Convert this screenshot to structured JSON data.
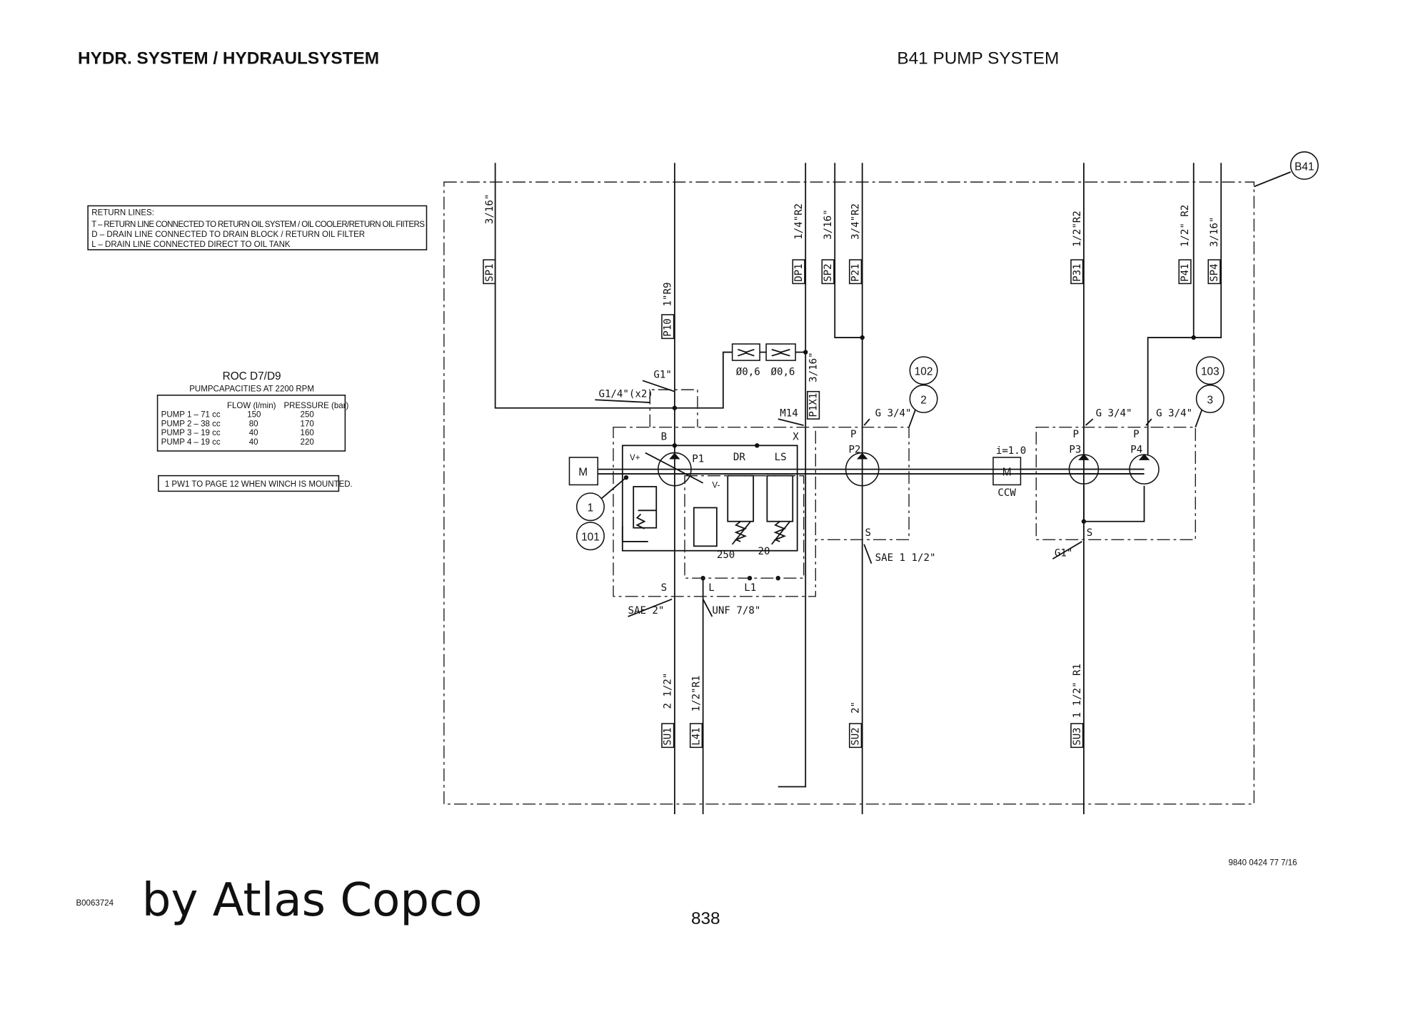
{
  "header": {
    "left_title": "HYDR. SYSTEM / HYDRAULSYSTEM",
    "right_title": "B41 PUMP SYSTEM"
  },
  "return_lines": {
    "title": "RETURN LINES:",
    "lines": [
      "T – RETURN LINE CONNECTED TO RETURN OIL SYSTEM / OIL COOLER/RETURN OIL FIITERS",
      "D – DRAIN LINE CONNECTED TO DRAIN BLOCK /  RETURN OIL FILTER",
      "L – DRAIN LINE CONNECTED DIRECT TO OIL TANK"
    ]
  },
  "capacities": {
    "title": "ROC D7/D9",
    "subtitle": "PUMPCAPACITIES AT 2200 RPM",
    "col_flow": "FLOW (l/min)",
    "col_pressure": "PRESSURE (bar)",
    "rows": [
      {
        "pump": "PUMP 1 – 71 cc",
        "flow": "150",
        "pressure": "250"
      },
      {
        "pump": "PUMP 2 – 38 cc",
        "flow": "80",
        "pressure": "170"
      },
      {
        "pump": "PUMP 3 – 19 cc",
        "flow": "40",
        "pressure": "160"
      },
      {
        "pump": "PUMP 4 – 19 cc",
        "flow": "40",
        "pressure": "220"
      }
    ]
  },
  "note": "1   PW1 TO PAGE 12 WHEN WINCH IS MOUNTED.",
  "diagram": {
    "frame_tag": "B41",
    "ports_top": [
      {
        "id": "SP1",
        "size": "3/16\""
      },
      {
        "id": "P10",
        "size": "1\"R9"
      },
      {
        "id": "DP1",
        "size": "1/4\"R2"
      },
      {
        "id": "SP2",
        "size": "3/16\""
      },
      {
        "id": "P21",
        "size": "3/4\"R2"
      },
      {
        "id": "P31",
        "size": "1/2\"R2"
      },
      {
        "id": "P41",
        "size": "1/2\" R2"
      },
      {
        "id": "SP4",
        "size": "3/16\""
      }
    ],
    "ports_bottom": [
      {
        "id": "SU1",
        "size": "2 1/2\""
      },
      {
        "id": "L41",
        "size": "1/2\"R1"
      },
      {
        "id": "SU2",
        "size": "2\""
      },
      {
        "id": "SU3",
        "size": "1 1/2\" R1"
      }
    ],
    "p1x1": {
      "id": "P1X1",
      "size": "3/16\""
    },
    "orifices": [
      "Ø0,6",
      "Ø0,6"
    ],
    "fittings": {
      "g1": "G1\"",
      "g14": "G1/4\"(x2)",
      "m14": "M14",
      "g34a": "G 3/4\"",
      "g34b": "G 3/4\"",
      "g34c": "G 3/4\"",
      "sae2": "SAE 2\"",
      "unf": "UNF 7/8\"",
      "sae112": "SAE 1 1/2\"",
      "g1b": "G1\""
    },
    "labels": {
      "m1": "M",
      "m2": "M",
      "ratio": "i=1.0",
      "ccw": "CCW",
      "b": "B",
      "x": "X",
      "s1": "S",
      "l": "L",
      "l1": "L1",
      "p1": "P1",
      "p2": "P2",
      "p3": "P3",
      "p4": "P4",
      "pp2": "P",
      "pp3": "P",
      "pp4": "P",
      "s2": "S",
      "s3": "S",
      "dr": "DR",
      "ls": "LS",
      "vplus": "V+",
      "vminus": "V-",
      "set250": "250",
      "set20": "20"
    },
    "balloons": [
      "1",
      "101",
      "102",
      "2",
      "103",
      "3"
    ]
  },
  "footer": {
    "doc_number": "9840 0424 77 7/16",
    "image_id": "B0063724",
    "brand": "by Atlas Copco",
    "page": "838"
  }
}
